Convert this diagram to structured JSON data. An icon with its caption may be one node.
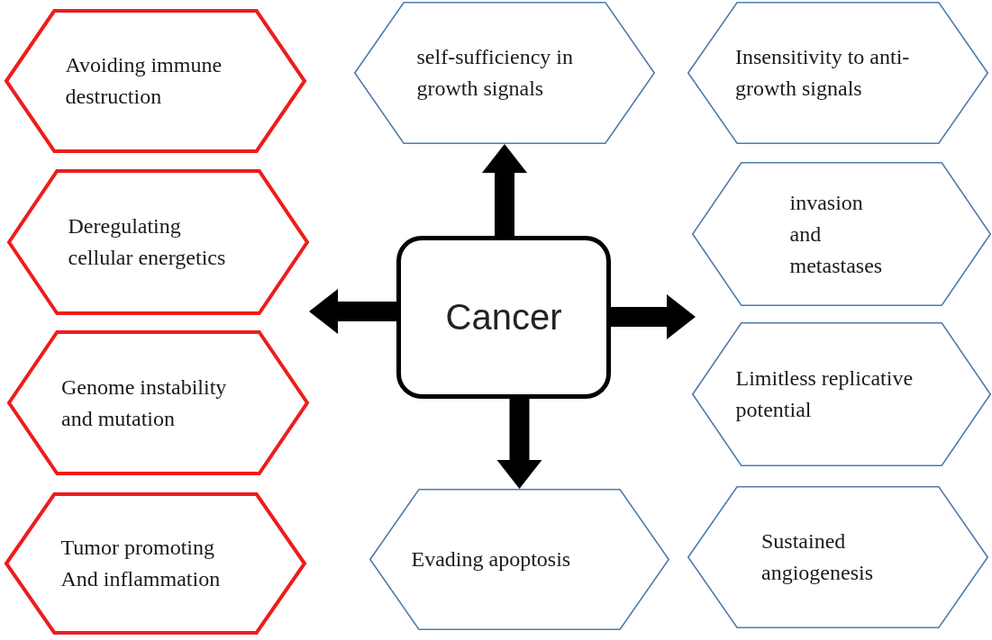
{
  "diagram": {
    "nodes": [
      {
        "text": [
          "Avoiding immune destruction"
        ]
      },
      {
        "text": [
          "Deregulating cellular energetics"
        ]
      },
      {
        "text": [
          "Genome instability and mutation"
        ]
      },
      {
        "text": [
          "Tumor promoting And inflammation"
        ]
      },
      {
        "text": [
          "self-sufficiency in growth signals"
        ]
      },
      {
        "text": [
          "Cancer"
        ]
      },
      {
        "text": [
          "Evading apoptosis"
        ]
      },
      {
        "text": [
          "Insensitivity to anti-growth signals"
        ]
      },
      {
        "text": [
          "invasion and metastases"
        ]
      },
      {
        "text": [
          "Limitless replicative potential"
        ]
      },
      {
        "text": [
          "Sustained angiogenesis"
        ]
      }
    ],
    "edges": [
      {
        "from": 5,
        "to": 4,
        "arrow": "to"
      },
      {
        "from": 5,
        "to": 6,
        "arrow": "to"
      },
      {
        "from": 5,
        "to": null,
        "arrow": "to"
      },
      {
        "from": 5,
        "to": null,
        "arrow": "to"
      }
    ]
  }
}
